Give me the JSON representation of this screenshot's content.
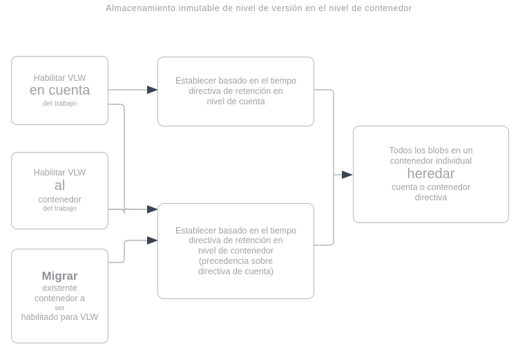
{
  "title": "Almacenamiento inmutable de nivel de versión en el nivel de contenedor",
  "colors": {
    "box_border": "#b4b7bc",
    "text": "#a0a3a8",
    "arrow_head": "#3a4454",
    "connector": "#b4b7bc",
    "background": "#ffffff"
  },
  "nodes": {
    "enable_vlw_account": {
      "name": "habilitar-vlw-en-cuenta",
      "lines": [
        {
          "text": "Habilitar VLW",
          "size": "md"
        },
        {
          "text": "en cuenta",
          "size": "lg"
        },
        {
          "text": "del trabajo",
          "size": "sm"
        }
      ]
    },
    "enable_vlw_container": {
      "name": "habilitar-vlw-al-contenedor",
      "lines": [
        {
          "text": "Habilitar VLW",
          "size": "md"
        },
        {
          "text": "al",
          "size": "lg"
        },
        {
          "text": "contenedor",
          "size": "md"
        },
        {
          "text": "del trabajo",
          "size": "sm"
        }
      ]
    },
    "migrate_container": {
      "name": "migrar-contenedor-existente",
      "lines": [
        {
          "text": "Migrar",
          "size": "bold"
        },
        {
          "text": "existente",
          "size": "md"
        },
        {
          "text": "contenedor a",
          "size": "md"
        },
        {
          "text": "ser",
          "size": "sm"
        },
        {
          "text": "habilitado para VLW",
          "size": "md"
        }
      ]
    },
    "account_policy": {
      "name": "directiva-nivel-cuenta",
      "lines": [
        {
          "text": "Establecer basado en el tiempo",
          "size": "md"
        },
        {
          "text": "directiva de retención en",
          "size": "md"
        },
        {
          "text": "nivel de cuenta",
          "size": "md"
        }
      ]
    },
    "container_policy": {
      "name": "directiva-nivel-contenedor",
      "lines": [
        {
          "text": "Establecer basado en el tiempo",
          "size": "md"
        },
        {
          "text": "directiva de retención en",
          "size": "md"
        },
        {
          "text": "nivel de contenedor",
          "size": "md"
        },
        {
          "text": "(precedencia sobre",
          "size": "md"
        },
        {
          "text": "directiva de cuenta)",
          "size": "md"
        }
      ]
    },
    "blobs_inherit": {
      "name": "blobs-heredan-directiva",
      "lines": [
        {
          "text": "Todos los blobs en un",
          "size": "md"
        },
        {
          "text": "contenedor individual",
          "size": "md"
        },
        {
          "text": "heredar",
          "size": "lg"
        },
        {
          "text": "cuenta o contenedor",
          "size": "md"
        },
        {
          "text": "directiva",
          "size": "md"
        }
      ]
    }
  }
}
